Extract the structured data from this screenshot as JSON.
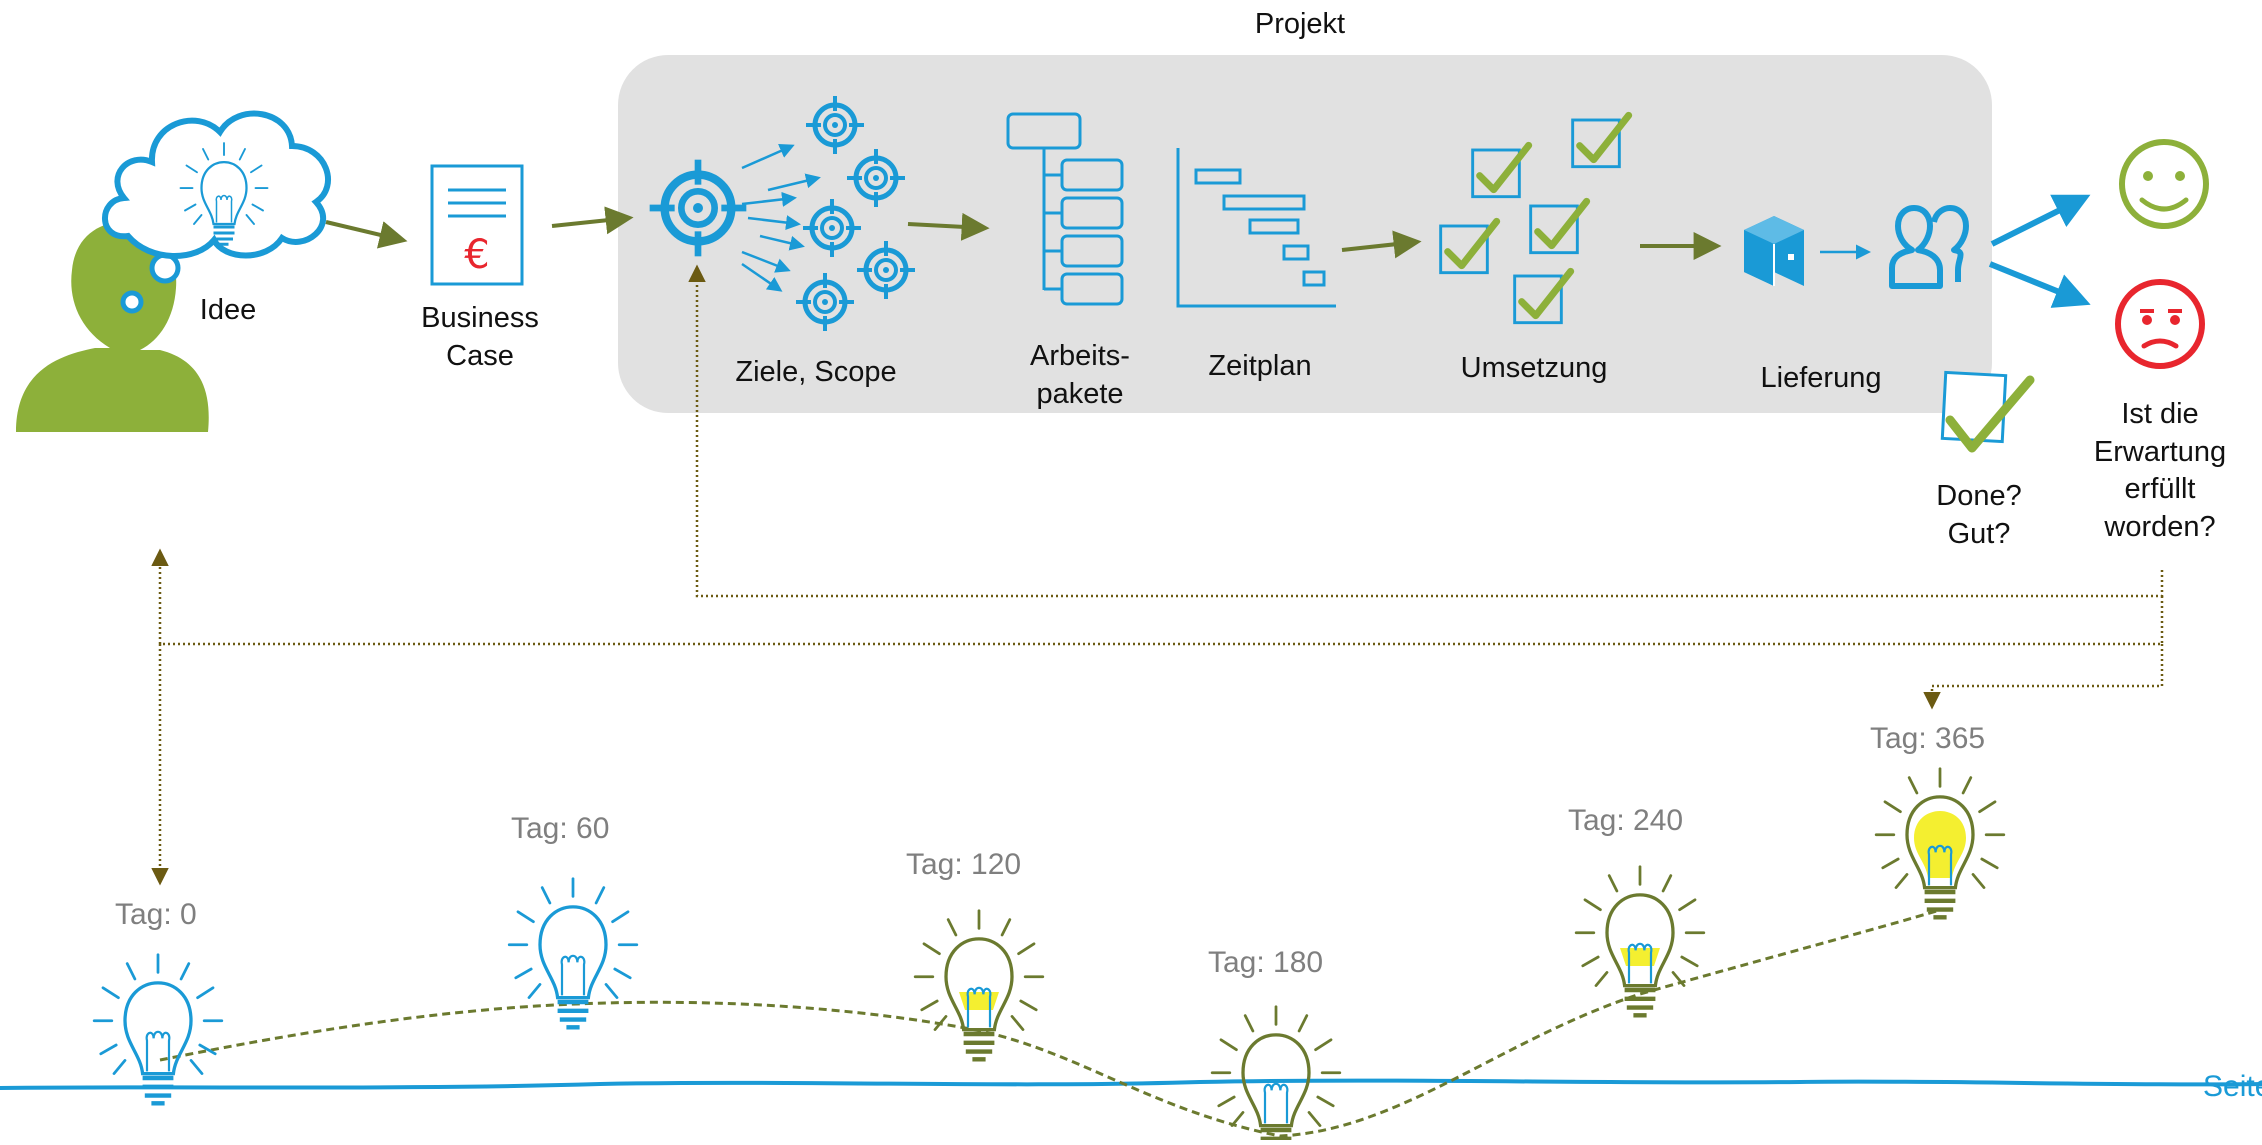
{
  "diagram": {
    "project_title": "Projekt",
    "steps": {
      "idea": "Idee",
      "business_case": "Business\nCase",
      "goals_scope": "Ziele, Scope",
      "work_packages": "Arbeits-\npakete",
      "schedule": "Zeitplan",
      "implementation": "Umsetzung",
      "delivery": "Lieferung",
      "done_question": "Done?\nGut?",
      "expectation_question": "Ist die\nErwartung\nerfüllt\nworden?"
    },
    "timeline": [
      {
        "label": "Tag: 0",
        "fill": 0
      },
      {
        "label": "Tag: 60",
        "fill": 0
      },
      {
        "label": "Tag: 120",
        "fill": 0.3
      },
      {
        "label": "Tag: 180",
        "fill": 0
      },
      {
        "label": "Tag: 240",
        "fill": 0.3
      },
      {
        "label": "Tag: 365",
        "fill": 1
      }
    ],
    "footer": "Seite"
  },
  "colors": {
    "blue": "#1a9ad6",
    "green": "#8db03a",
    "olive": "#6b7a2f",
    "dark_olive": "#6b5a12",
    "red": "#e8262e",
    "panel": "#e1e1e1",
    "bulb_yellow": "#f4ef30"
  },
  "icons": [
    "thought-cloud-icon",
    "person-icon",
    "document-euro-icon",
    "target-icon",
    "hierarchy-icon",
    "gantt-icon",
    "checkbox-icon",
    "package-icon",
    "users-icon",
    "happy-face-icon",
    "sad-face-icon",
    "lightbulb-icon"
  ]
}
